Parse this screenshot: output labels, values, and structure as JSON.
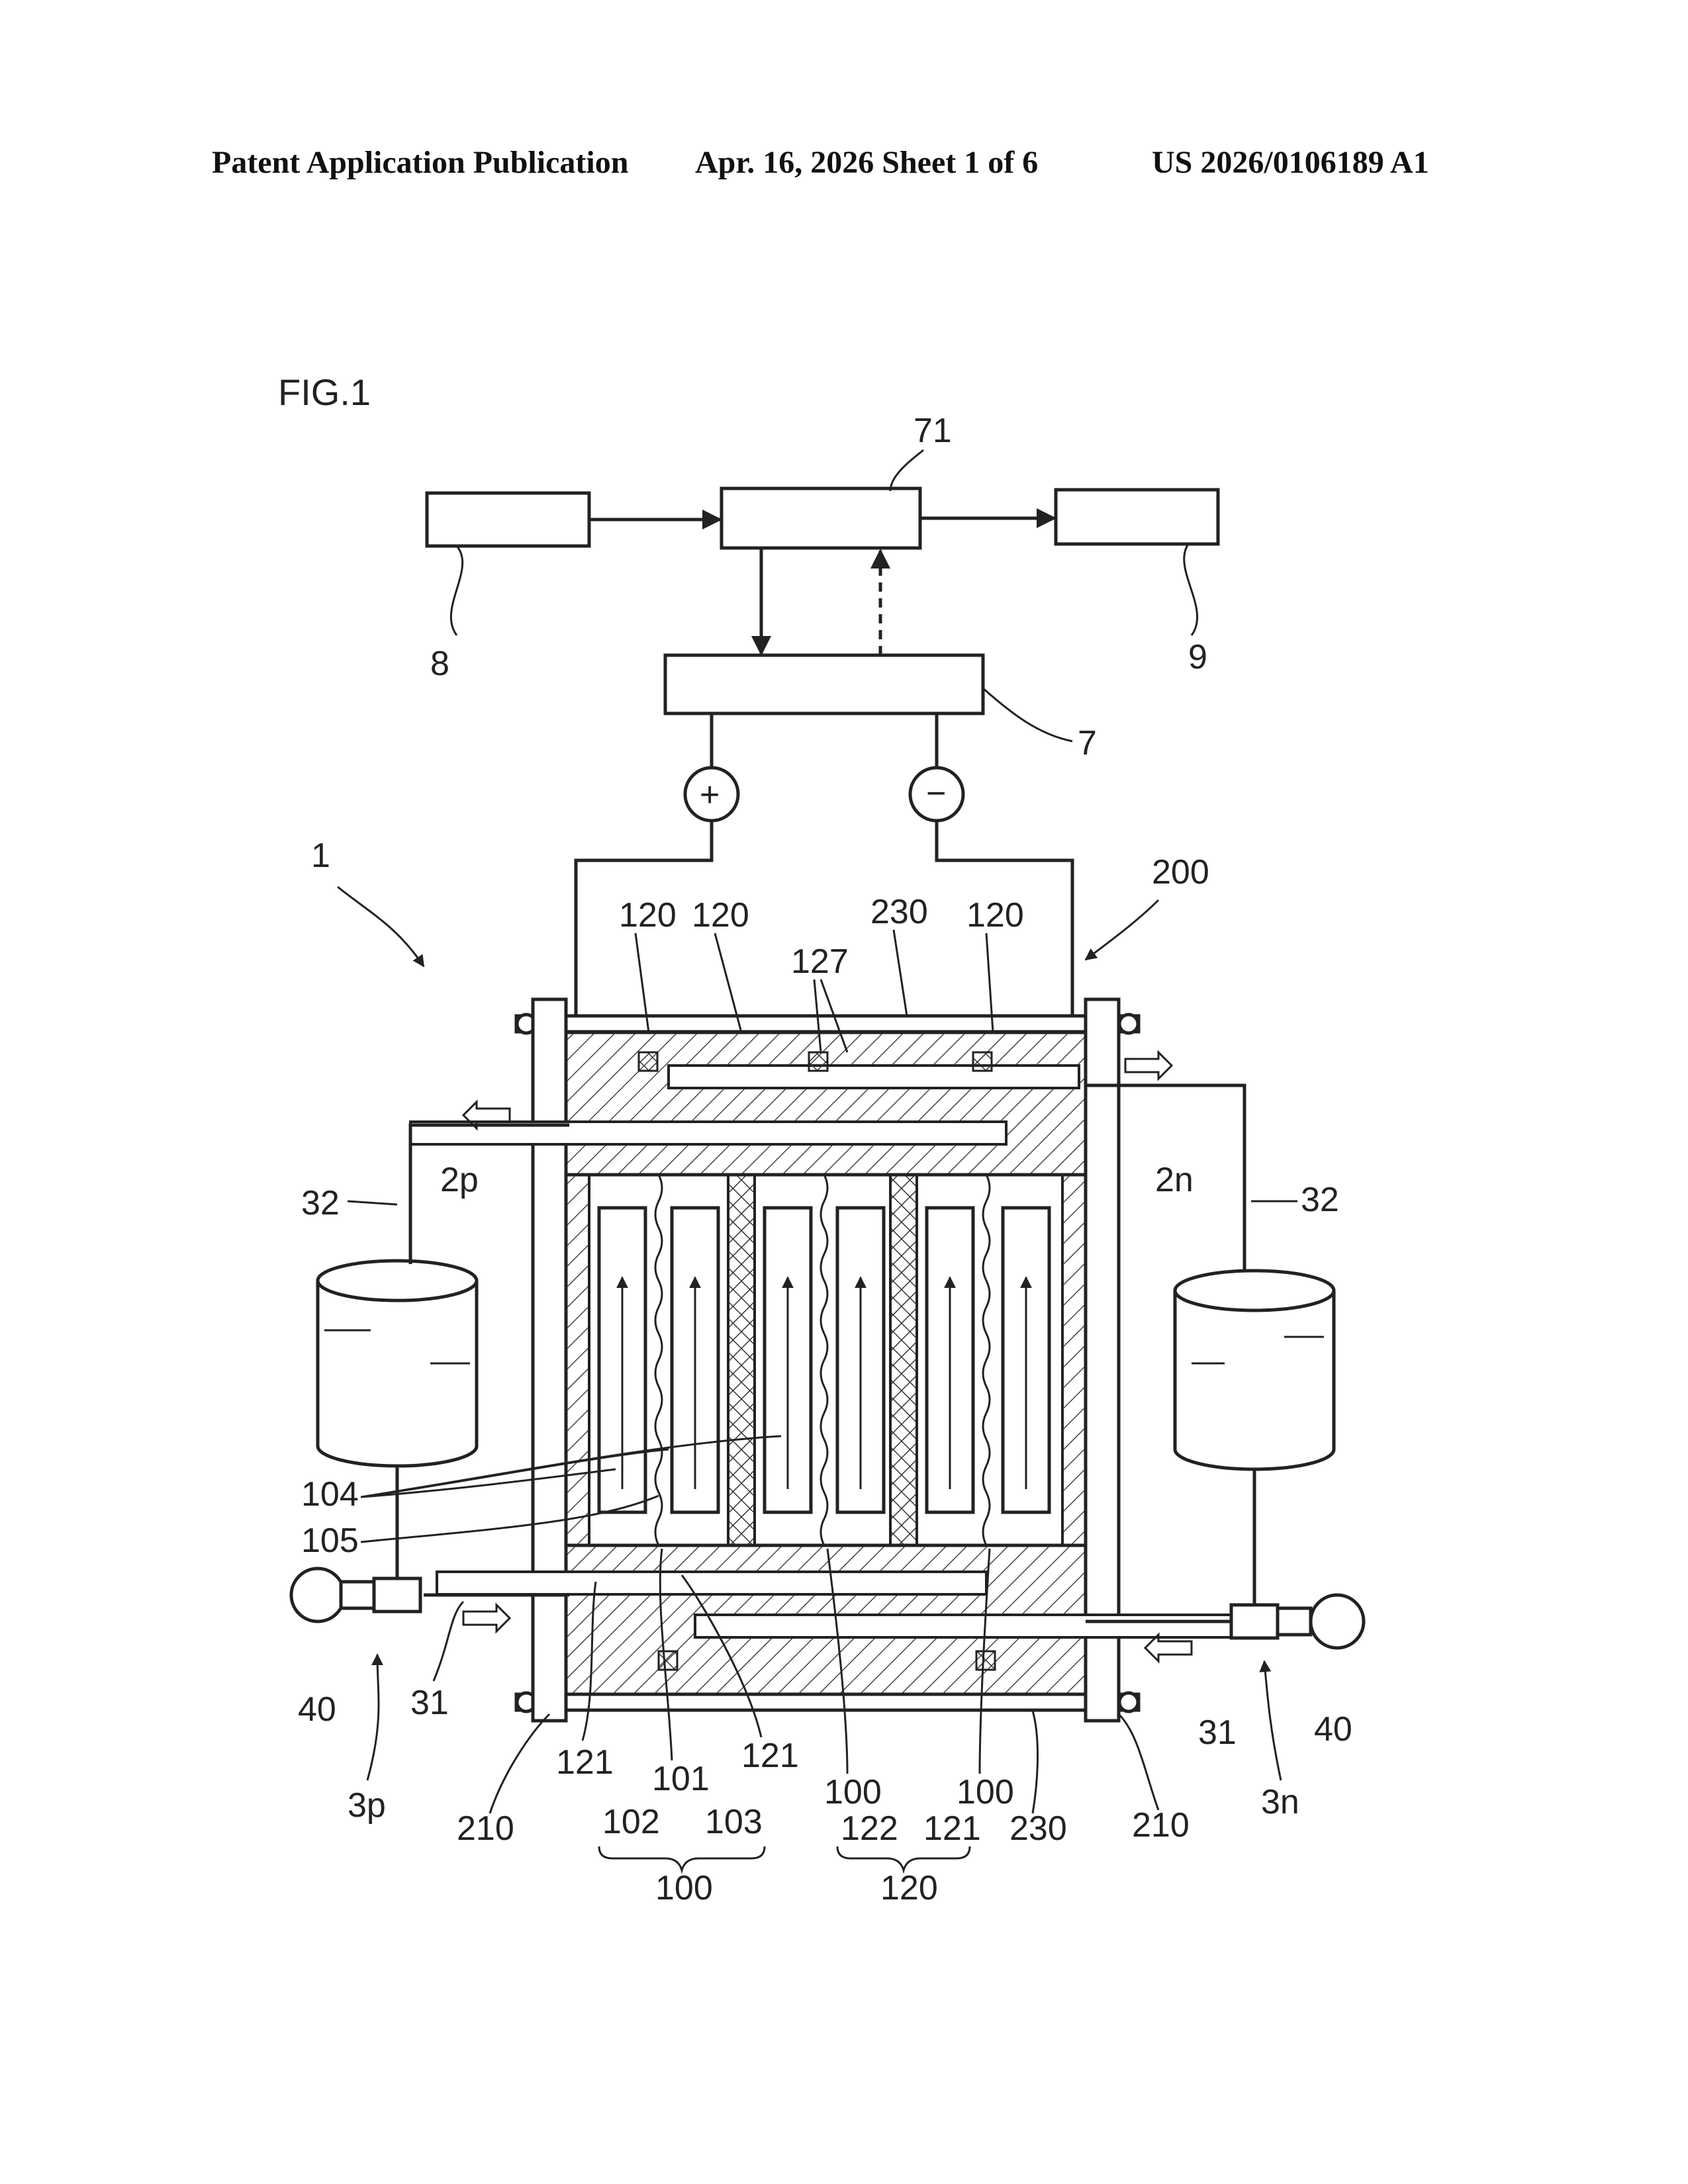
{
  "header": {
    "left": "Patent Application Publication",
    "center": "Apr. 16, 2026  Sheet 1 of 6",
    "right": "US 2026/0106189 A1"
  },
  "figure": {
    "title": "FIG.1",
    "labels": {
      "l71": "71",
      "l8": "8",
      "l9": "9",
      "l7": "7",
      "l1": "1",
      "l200": "200",
      "l120a": "120",
      "l120b": "120",
      "l230a": "230",
      "l120c": "120",
      "l127": "127",
      "l32a": "32",
      "l2p": "2p",
      "l2n": "2n",
      "l32b": "32",
      "l104": "104",
      "l105": "105",
      "l40a": "40",
      "l31a": "31",
      "l3p": "3p",
      "l210a": "210",
      "l121a": "121",
      "l101": "101",
      "l121b": "121",
      "l102": "102",
      "l103": "103",
      "l100a": "100",
      "l100b": "100",
      "l122": "122",
      "l121c": "121",
      "l230b": "230",
      "l210b": "210",
      "l31b": "31",
      "l40b": "40",
      "l3n": "3n",
      "l100c": "100",
      "l120d": "120"
    },
    "symbols": {
      "plus": "+",
      "minus": "−"
    }
  }
}
